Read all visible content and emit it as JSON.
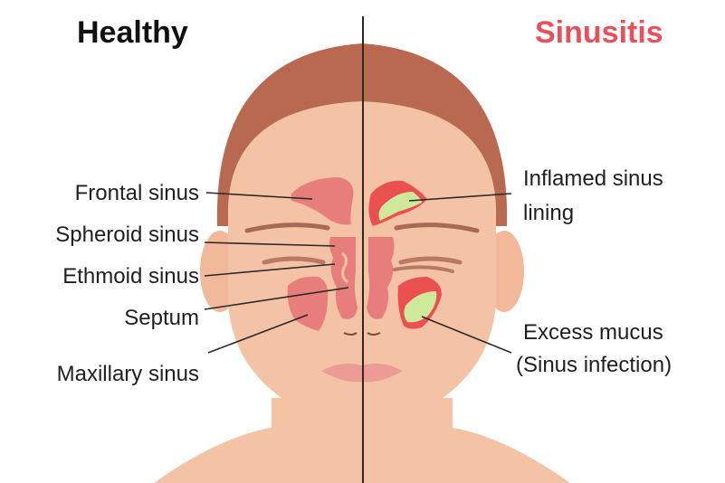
{
  "titles": {
    "left": "Healthy",
    "right": "Sinusitis"
  },
  "labels_left": {
    "frontal": "Frontal sinus",
    "spheroid": "Spheroid sinus",
    "ethmoid": "Ethmoid sinus",
    "septum": "Septum",
    "maxillary": "Maxillary sinus"
  },
  "labels_right": {
    "inflamed_line1": "Inflamed sinus",
    "inflamed_line2": "lining",
    "mucus_line1": "Excess mucus",
    "mucus_line2": "(Sinus infection)"
  },
  "colors": {
    "sinusitis_title": "#e8505b",
    "skin": "#f4c3a6",
    "hair": "#b8694f",
    "sinus": "#e87e7c",
    "inflamed": "#e9504f",
    "mucus": "#cfe89a",
    "divider": "#2a2a2a"
  }
}
